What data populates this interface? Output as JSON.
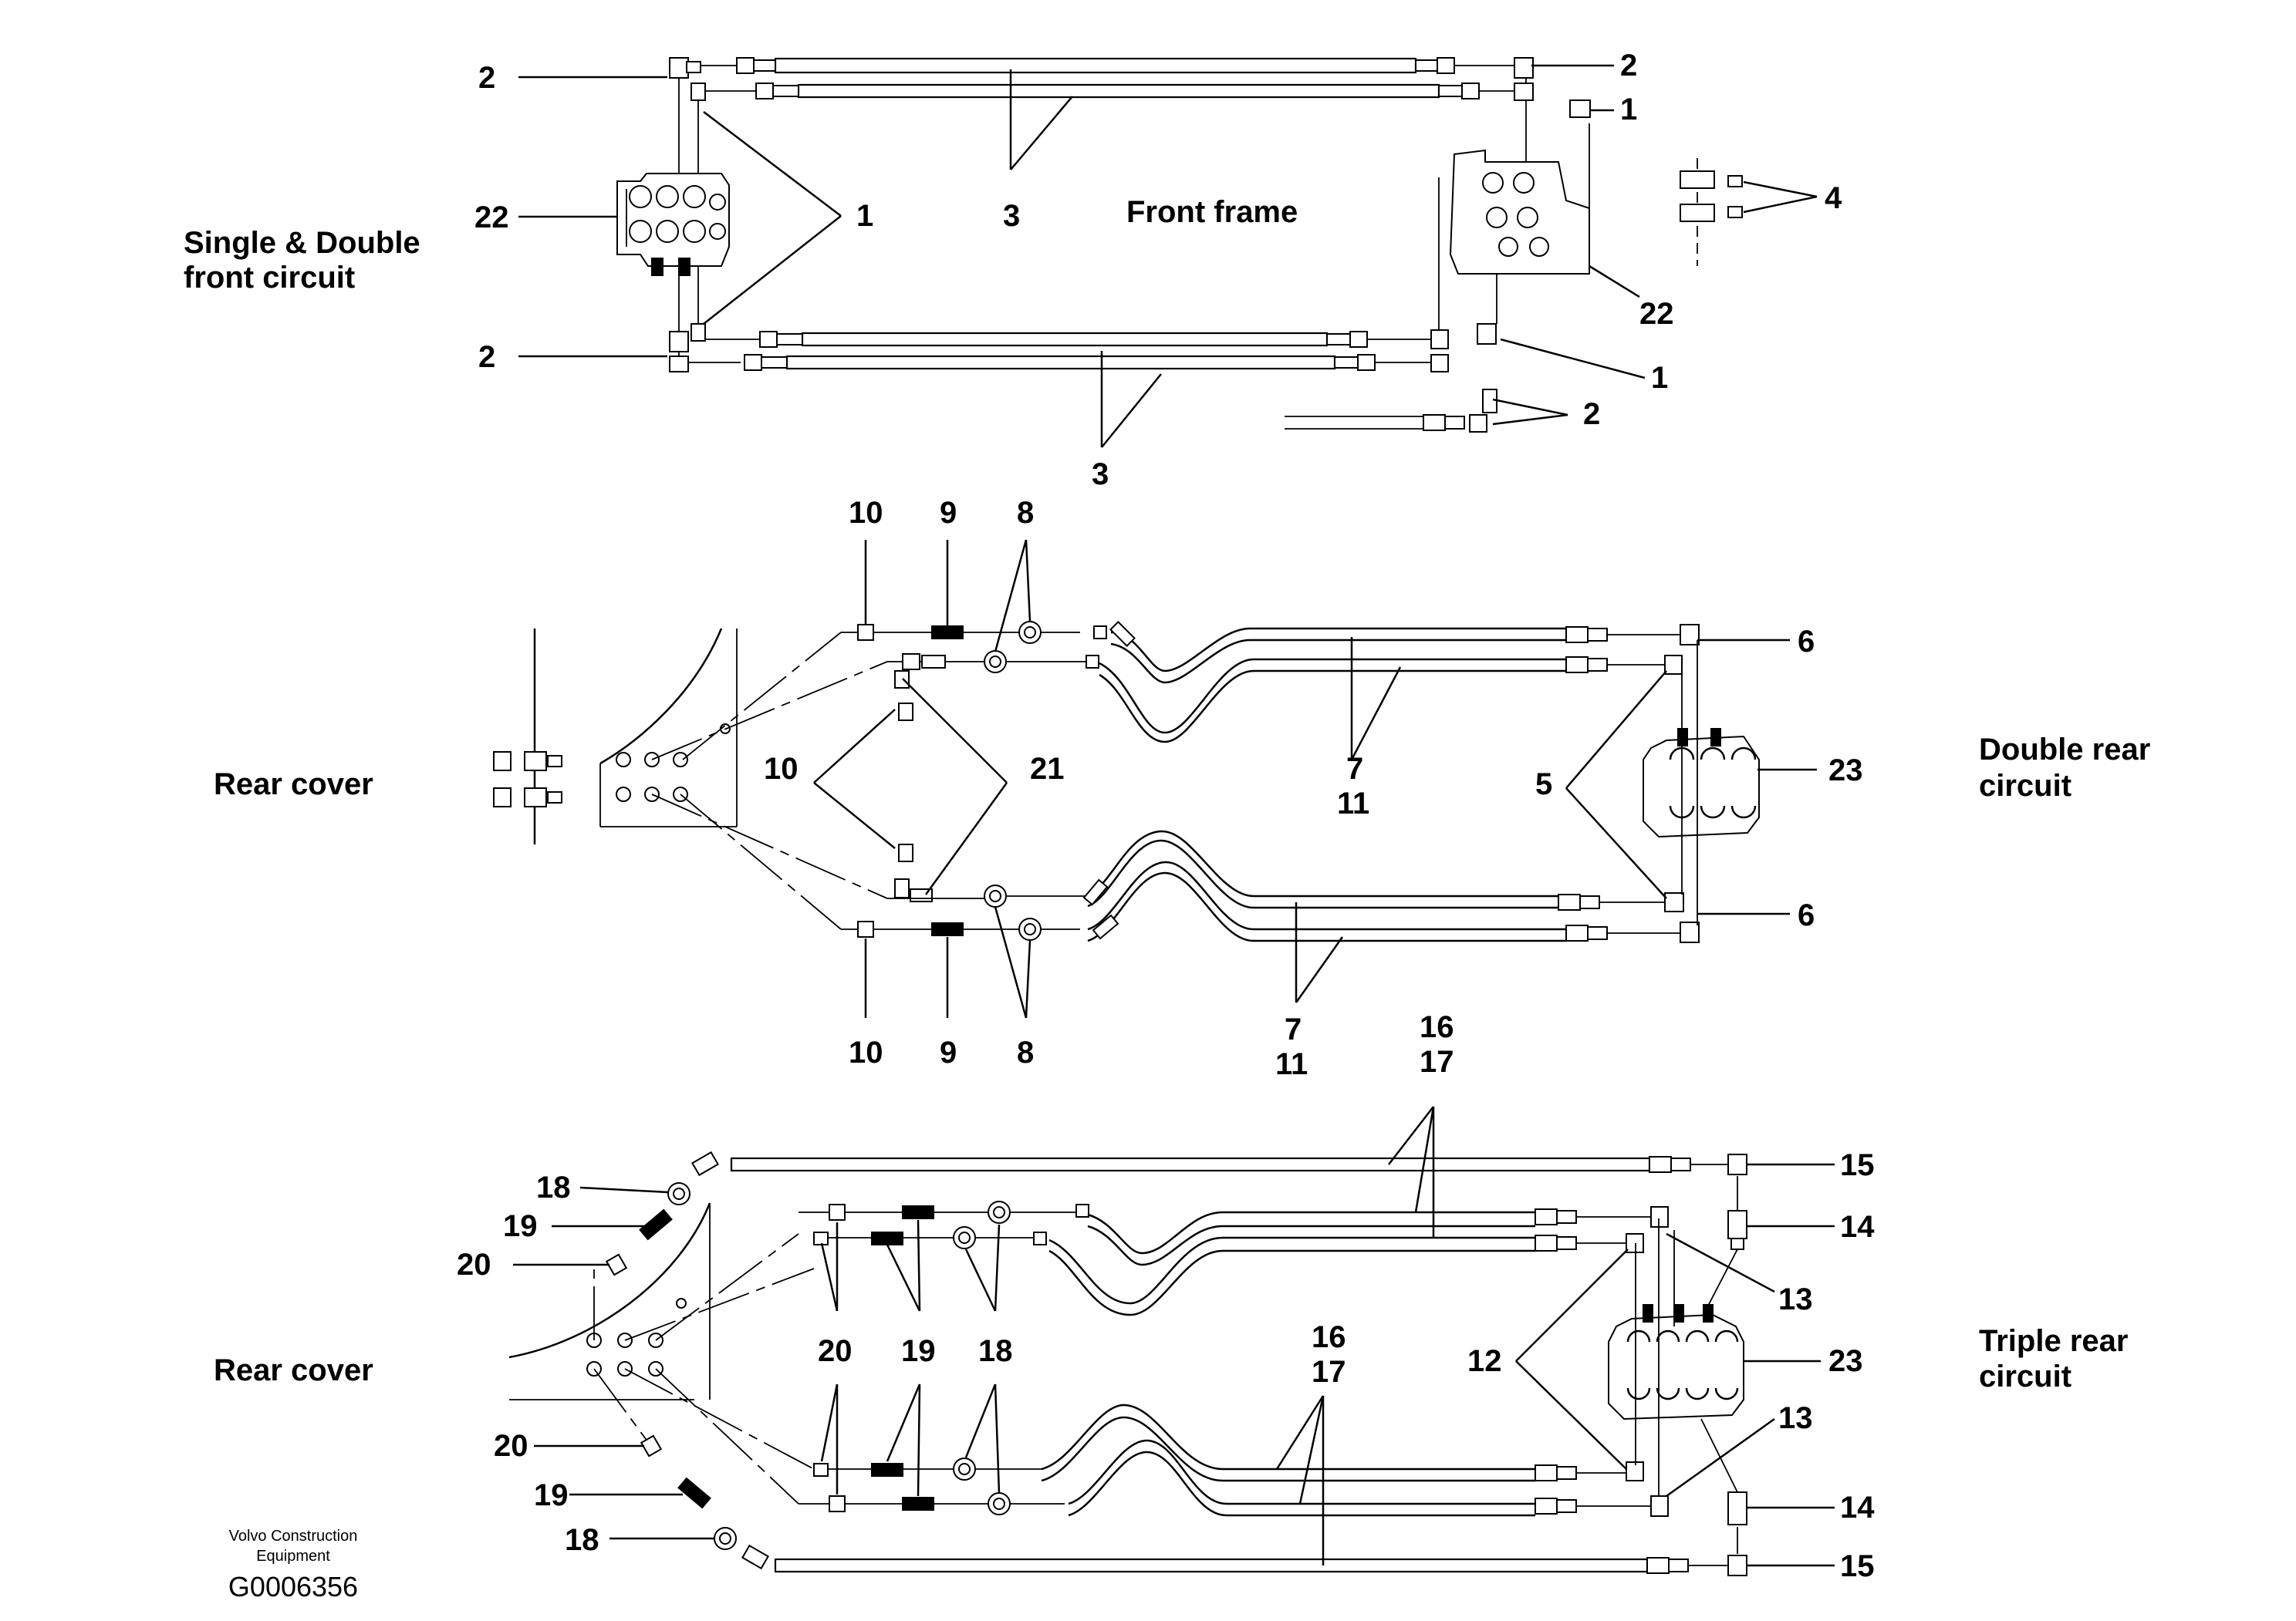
{
  "sections": {
    "front_frame": "Front frame",
    "front_circuit_line1": "Single & Double",
    "front_circuit_line2": "front circuit",
    "rear_cover_1": "Rear cover",
    "double_rear_line1": "Double rear",
    "double_rear_line2": "circuit",
    "rear_cover_2": "Rear cover",
    "triple_rear_line1": "Triple rear",
    "triple_rear_line2": "circuit"
  },
  "callouts": {
    "p1": "1",
    "p2": "2",
    "p3": "3",
    "p4": "4",
    "p5": "5",
    "p6": "6",
    "p7": "7",
    "p8": "8",
    "p9": "9",
    "p10": "10",
    "p11": "11",
    "p12": "12",
    "p13": "13",
    "p14": "14",
    "p15": "15",
    "p16": "16",
    "p17": "17",
    "p18": "18",
    "p19": "19",
    "p20": "20",
    "p21": "21",
    "p22": "22",
    "p23": "23"
  },
  "footer": {
    "company_line1": "Volvo Construction",
    "company_line2": "Equipment",
    "drawing_code": "G0006356"
  }
}
